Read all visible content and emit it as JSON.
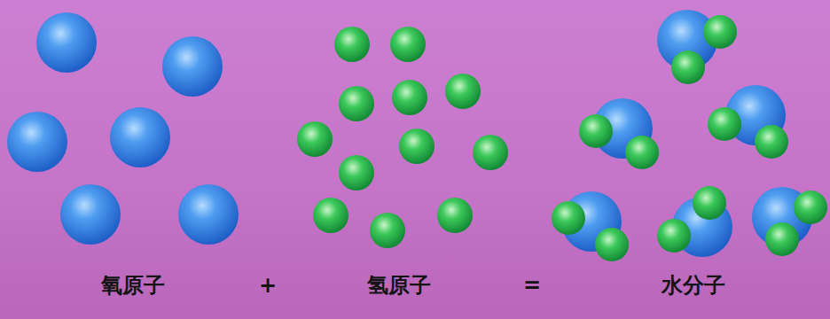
{
  "diagram": {
    "labels": [
      "氧原子",
      "+",
      "氢原子",
      "=",
      "水分子"
    ]
  }
}
